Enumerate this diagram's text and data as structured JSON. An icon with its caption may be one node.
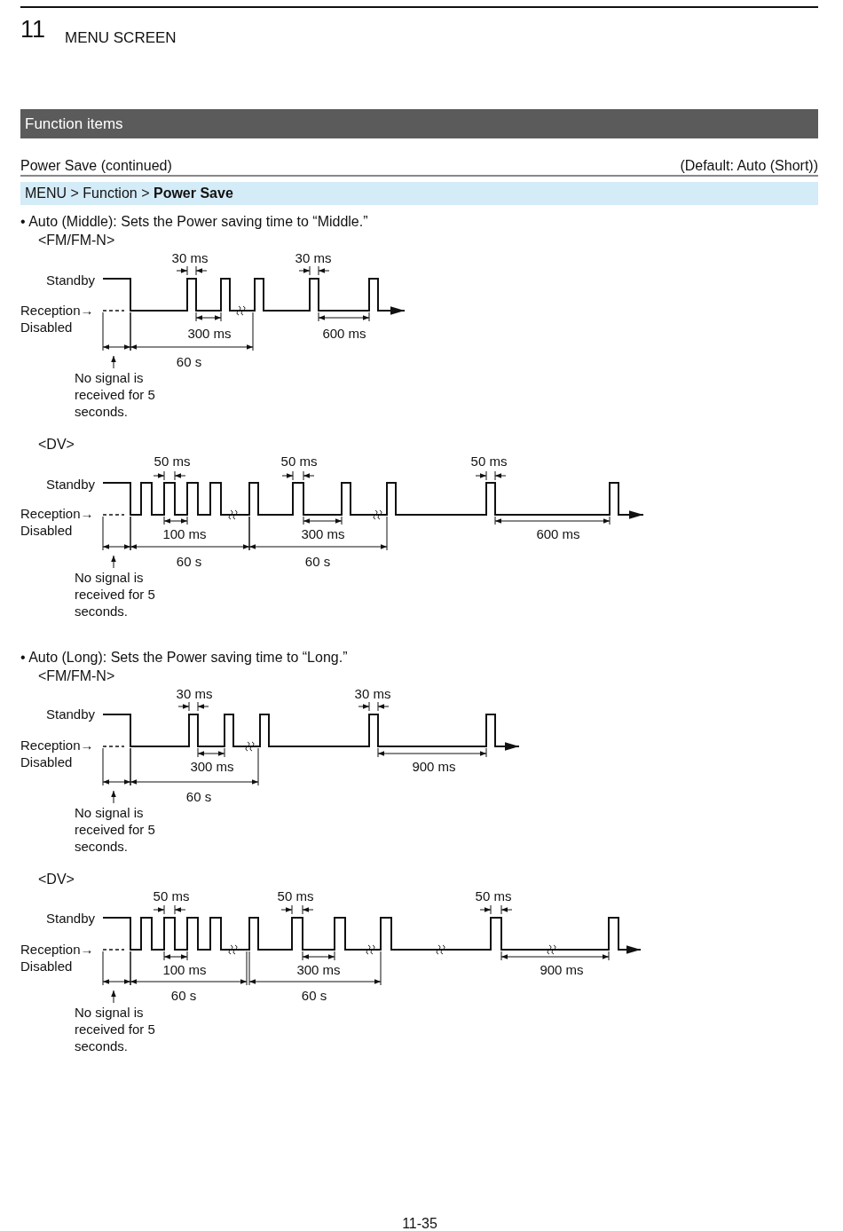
{
  "diagram": {
    "labels": [
      "11",
      "MENU SCREEN",
      "Function items",
      "Power Save (continued)",
      "(Default: Auto (Short))",
      "MENU > Function > **Power Save**",
      "• Auto (Middle): Sets the Power saving time to “Middle.”",
      "<FM/FM-N>",
      "30 ms",
      "30 ms",
      "Standby",
      "Reception→ Disabled",
      "300 ms",
      "600 ms",
      "60 s",
      "No signal is received for 5 seconds.",
      "<DV>",
      "50 ms",
      "50 ms",
      "50 ms",
      "Standby",
      "Reception→ Disabled",
      "100 ms",
      "300 ms",
      "600 ms",
      "60 s",
      "60 s",
      "No signal is received for 5 seconds.",
      "• Auto (Long):  Sets the Power saving time to “Long.”",
      "<FM/FM-N>",
      "30 ms",
      "30 ms",
      "Standby",
      "Reception→ Disabled",
      "300 ms",
      "900 ms",
      "60 s",
      "No signal is received for 5 seconds.",
      "<DV>",
      "50 ms",
      "50 ms",
      "50 ms",
      "Standby",
      "Reception→ Disabled",
      "100 ms",
      "300 ms",
      "900 ms",
      "60 s",
      "60 s",
      "No signal is received for 5 seconds.",
      "11-35"
    ]
  }
}
